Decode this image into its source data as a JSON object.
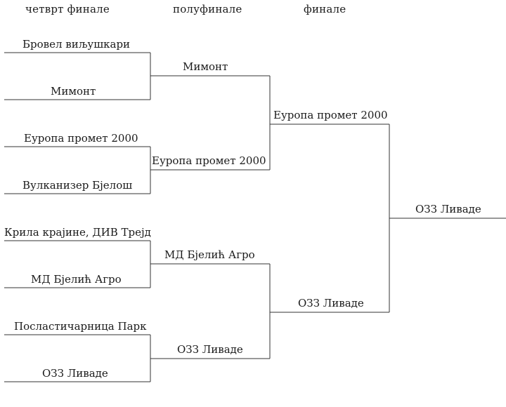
{
  "headers": {
    "quarterfinal": "четврт финале",
    "semifinal": "полуфинале",
    "final": "финале"
  },
  "quarterfinals": [
    {
      "top": "Бровел виљушкари",
      "bottom": "Мимонт"
    },
    {
      "top": "Еуропа промет 2000",
      "bottom": "Вулканизер Бјелош"
    },
    {
      "top": "Крила крајине, ДИВ Трејд",
      "bottom": "МД Бјелић Агро"
    },
    {
      "top": "Посластичарница Парк",
      "bottom": "ОЗЗ Ливаде"
    }
  ],
  "semifinals": [
    "Мимонт",
    "Еуропа промет 2000",
    "МД Бјелић Агро",
    "ОЗЗ Ливаде"
  ],
  "finals": [
    "Еуропа промет 2000",
    "ОЗЗ Ливаде"
  ],
  "winner": "ОЗЗ Ливаде"
}
